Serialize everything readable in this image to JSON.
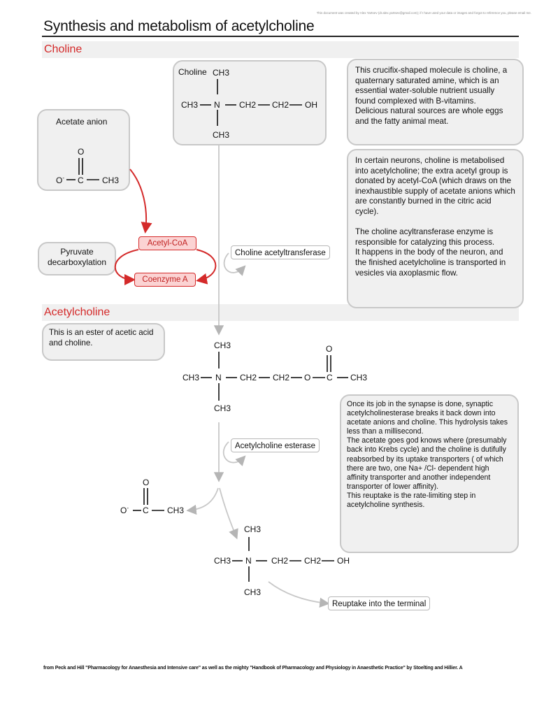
{
  "credit": "This document was created by Alex Yartsev (dr.alex.yartsev@gmail.com); if I have used your data or images and forgot to reference you, please email me.",
  "title": "Synthesis and metabolism of acetylcholine",
  "sections": {
    "choline": "Choline",
    "acetylcholine": "Acetylcholine"
  },
  "colors": {
    "accent_red": "#d42a2a",
    "box_fill": "#f0f0f0",
    "box_border": "#c8c8c8",
    "enzyme_fill": "#fbd3d3"
  },
  "choline_molecule": {
    "label": "Choline",
    "top_group": "CH3",
    "left_group": "CH3",
    "nitrogen": "N",
    "chain1": "CH2",
    "chain2": "CH2",
    "end_group": "OH",
    "bottom_group": "CH3"
  },
  "acetate_box": {
    "label": "Acetate anion",
    "oxygen_top": "O",
    "oxygen_left": "O",
    "charge": "-",
    "carbon": "C",
    "methyl": "CH3"
  },
  "pyruvate_box": {
    "text": "Pyruvate\ndecarboxylation"
  },
  "cofactors": {
    "acetyl_coa": "Acetyl-CoA",
    "coenzyme_a": "Coenzyme A"
  },
  "enzymes": {
    "cat": "Choline acetyltransferase",
    "ache": "Acetylcholine esterase",
    "reuptake": "Reuptake into the terminal"
  },
  "notes": {
    "choline_desc": "This crucifix-shaped molecule is choline, a quaternary saturated amine,  which is an essential water-soluble nutrient usually found complexed with B-vitamins.\nDelicious natural sources are  whole eggs and the fatty animal meat.",
    "metabolism_desc": "In certain neurons, choline is metabolised into  acetylcholine; the extra acetyl group is donated by acetyl-CoA (which draws on the inexhaustible supply of acetate anions which are constantly burned in the citric acid cycle).\n\nThe choline acyltransferase enzyme is responsible for catalyzing this process.\nIt happens in the body of the neuron, and the finished acetylcholine is transported in vesicles via axoplasmic flow.",
    "ester_desc": "This is an ester of acetic acid and choline.",
    "hydrolysis_desc": "Once its job in the synapse is done, synaptic acetylcholinesterase breaks it back down into acetate anions and choline. This hydrolysis takes less than a millisecond.\nThe acetate goes god knows where (presumably back into Krebs cycle) and the choline is dutifully reabsorbed by its uptake transporters ( of which there are two, one Na+ /Cl- dependent high affinity transporter and another independent transporter of lower affinity).\nThis reuptake is the rate-limiting step in acetylcholine synthesis."
  },
  "ach_molecule": {
    "top_group": "CH3",
    "left_group": "CH3",
    "nitrogen": "N",
    "chain1": "CH2",
    "chain2": "CH2",
    "ester_oxygen": "O",
    "carbonyl_oxygen": "O",
    "carbon": "C",
    "methyl": "CH3",
    "bottom_group": "CH3"
  },
  "acetate_product": {
    "oxygen_top": "O",
    "oxygen_left": "O",
    "charge": "-",
    "carbon": "C",
    "methyl": "CH3"
  },
  "choline_product": {
    "top_group": "CH3",
    "left_group": "CH3",
    "nitrogen": "N",
    "chain1": "CH2",
    "chain2": "CH2",
    "end_group": "OH",
    "bottom_group": "CH3"
  },
  "footer": "from Peck and Hill \"Pharmacology for Anaesthesia and Intensive care\" as well as the mighty \"Handbook of Pharmacology and Physiology in Anaesthetic Practice\" by Stoelting and Hillier. A"
}
